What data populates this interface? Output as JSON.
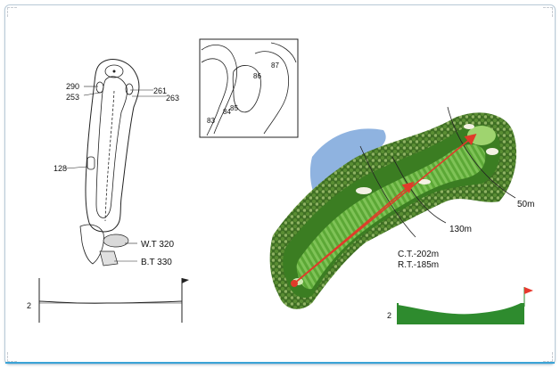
{
  "sketch": {
    "yardages": {
      "left_upper": "290",
      "left_lower": "253",
      "right_upper": "261",
      "right_lower": "263",
      "mid_left": "128"
    },
    "tees": {
      "white": "W.T 320",
      "blue": "B.T 330"
    },
    "profile_height": "2"
  },
  "contour": {
    "labels": [
      "87",
      "86",
      "85",
      "84",
      "83"
    ]
  },
  "hole_3d": {
    "distances": {
      "fifty": "50m",
      "one_thirty": "130m",
      "ct": "C.T.-202m",
      "rt": "R.T.-185m"
    },
    "profile_height": "2",
    "colors": {
      "fairway": "#4e9a2c",
      "rough": "#2f6a1c",
      "water": "#8fb3e0",
      "arrow": "#e03a2a",
      "flag": "#e8382e",
      "profile": "#2e8b2e"
    }
  }
}
